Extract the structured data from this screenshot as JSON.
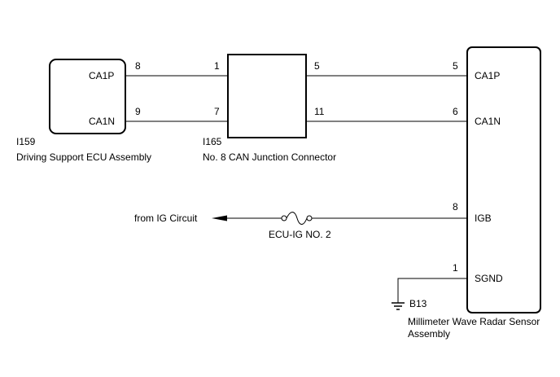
{
  "ecu": {
    "code": "I159",
    "name": "Driving Support ECU Assembly",
    "pins": [
      {
        "pin": "8",
        "signal": "CA1P"
      },
      {
        "pin": "9",
        "signal": "CA1N"
      }
    ]
  },
  "junction": {
    "code": "I165",
    "name": "No. 8 CAN Junction Connector",
    "pins_left": [
      "1",
      "7"
    ],
    "pins_right": [
      "5",
      "11"
    ]
  },
  "sensor": {
    "code": "B13",
    "name_line1": "Millimeter Wave Radar Sensor",
    "name_line2": "Assembly",
    "pins": [
      {
        "pin": "5",
        "signal": "CA1P"
      },
      {
        "pin": "6",
        "signal": "CA1N"
      },
      {
        "pin": "8",
        "signal": "IGB"
      },
      {
        "pin": "1",
        "signal": "SGND"
      }
    ]
  },
  "ig_source": {
    "label": "from IG Circuit",
    "fuse": "ECU-IG NO. 2"
  }
}
